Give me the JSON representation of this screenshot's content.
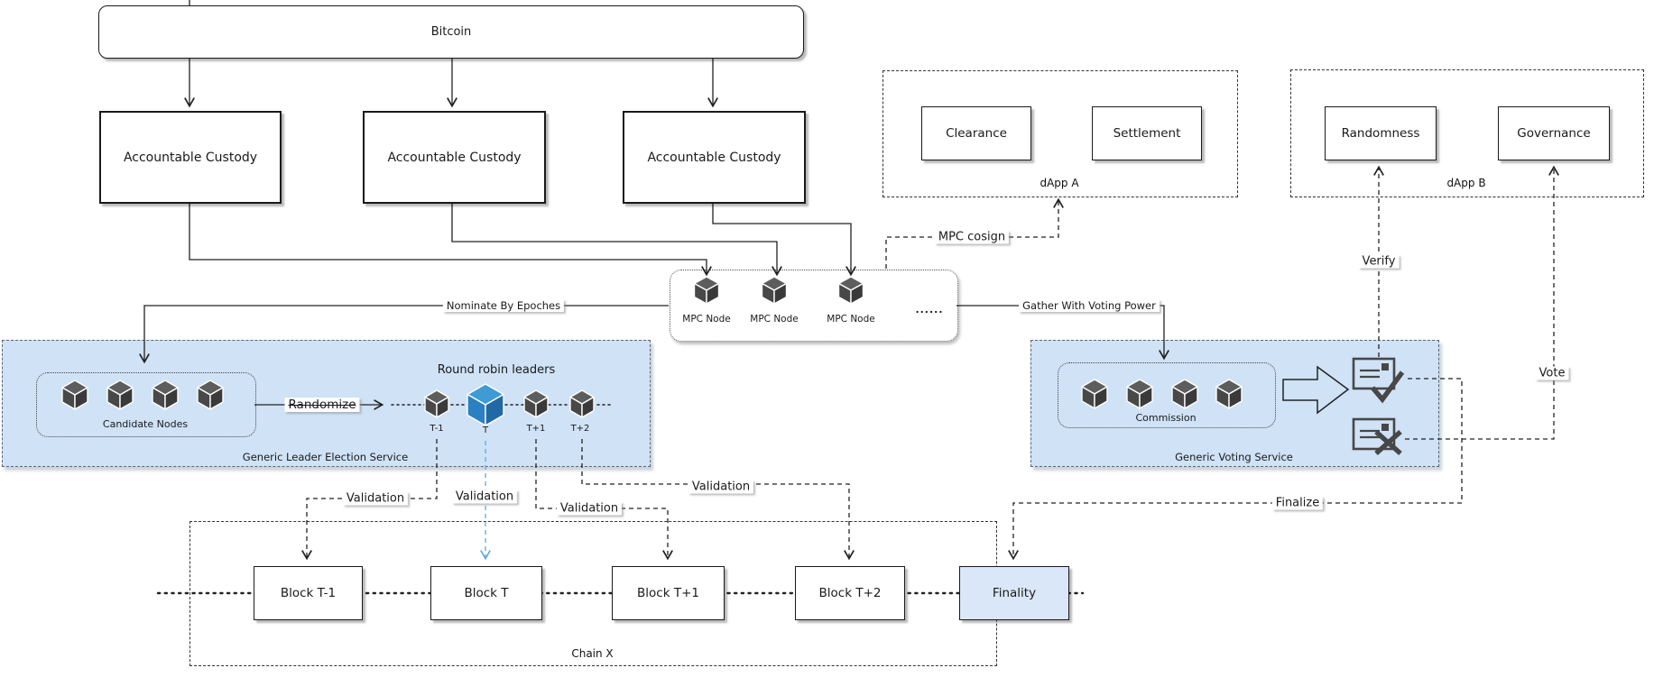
{
  "bitcoin": {
    "label": "Bitcoin"
  },
  "custody_boxes": [
    "Accountable Custody",
    "Accountable Custody",
    "Accountable Custody"
  ],
  "mpc_cluster": {
    "nodes": [
      "MPC Node",
      "MPC Node",
      "MPC Node"
    ],
    "ellipsis": "......"
  },
  "dapp_a": {
    "title": "dApp A",
    "modules": [
      "Clearance",
      "Settlement"
    ]
  },
  "dapp_b": {
    "title": "dApp B",
    "modules": [
      "Randomness",
      "Governance"
    ]
  },
  "leader_election": {
    "title": "Generic Leader Election Service",
    "candidate_group": "Candidate Nodes",
    "round_robin_title": "Round robin leaders",
    "slots": [
      "T-1",
      "T",
      "T+1",
      "T+2"
    ]
  },
  "voting": {
    "title": "Generic Voting Service",
    "commission_group": "Commission"
  },
  "chain": {
    "title": "Chain X",
    "blocks": [
      "Block T-1",
      "Block T",
      "Block T+1",
      "Block T+2",
      "Finality"
    ]
  },
  "edge_labels": {
    "nominate": "Nominate By Epoches",
    "randomize": "Randomize",
    "mpc_cosign": "MPC cosign",
    "gather": "Gather With Voting Power",
    "verify": "Verify",
    "vote": "Vote",
    "finalize": "Finalize",
    "validation": [
      "Validation",
      "Validation",
      "Validation",
      "Validation"
    ]
  },
  "colors": {
    "service_fill": "#cfe2f6",
    "finality_fill": "#d9e7f8",
    "leader_cube_blue": "#2b80c2",
    "node_cube_gray": "#484848",
    "blue_connector": "#6aa8d8"
  }
}
